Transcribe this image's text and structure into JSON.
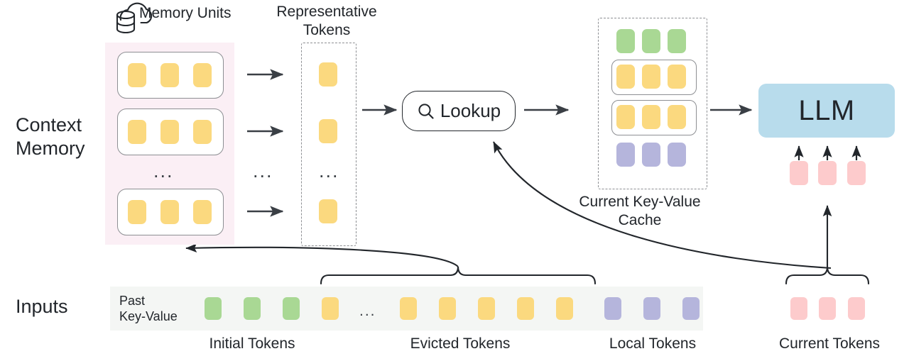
{
  "diagram": {
    "title_icon": "cloud-database-icon",
    "row_labels": {
      "context_memory": "Context\nMemory",
      "inputs": "Inputs"
    },
    "headings": {
      "memory_units": "Memory Units",
      "representative_tokens": "Representative\nTokens",
      "current_kv_cache": "Current Key-Value\nCache"
    },
    "nodes": {
      "lookup": "Lookup",
      "llm": "LLM"
    },
    "inputs_band": {
      "caption": "Past\nKey-Value",
      "groups": [
        {
          "name": "initial-tokens",
          "label": "Initial Tokens",
          "color": "#a9d894",
          "count": 3
        },
        {
          "name": "evicted-tokens",
          "label": "Evicted Tokens",
          "color": "#fbd97f",
          "count": 6
        },
        {
          "name": "local-tokens",
          "label": "Local Tokens",
          "color": "#b5b5dc",
          "count": 3
        }
      ],
      "ellipsis": "...",
      "current_group": {
        "name": "current-tokens",
        "label": "Current Tokens",
        "color": "#fdcbcc",
        "count": 3
      }
    },
    "memory_units": {
      "ellipsis": "...",
      "units": [
        {
          "tokens": 3,
          "color": "#fbd97f"
        },
        {
          "tokens": 3,
          "color": "#fbd97f"
        },
        {
          "tokens": 3,
          "color": "#fbd97f"
        }
      ]
    },
    "representative_tokens": {
      "ellipsis": "...",
      "tokens": [
        {
          "color": "#fbd97f"
        },
        {
          "color": "#fbd97f"
        },
        {
          "color": "#fbd97f"
        }
      ]
    },
    "arrows_ellipsis": "...",
    "kv_cache_rows": [
      {
        "name": "initial-row",
        "color": "#a9d894",
        "count": 3,
        "boxed": false
      },
      {
        "name": "retrieved-row-1",
        "color": "#fbd97f",
        "count": 3,
        "boxed": true
      },
      {
        "name": "retrieved-row-2",
        "color": "#fbd97f",
        "count": 3,
        "boxed": true
      },
      {
        "name": "local-row",
        "color": "#b5b5dc",
        "count": 3,
        "boxed": false
      }
    ],
    "colors": {
      "yellow": "#fbd97f",
      "green": "#a9d894",
      "purple": "#b5b5dc",
      "pink": "#fdcbcc",
      "blue": "#b8dcec",
      "memory_bg": "#fbeff5",
      "inputs_bg": "#f4f6f4",
      "stroke": "#22262b",
      "dashed": "#8d8f93"
    }
  }
}
